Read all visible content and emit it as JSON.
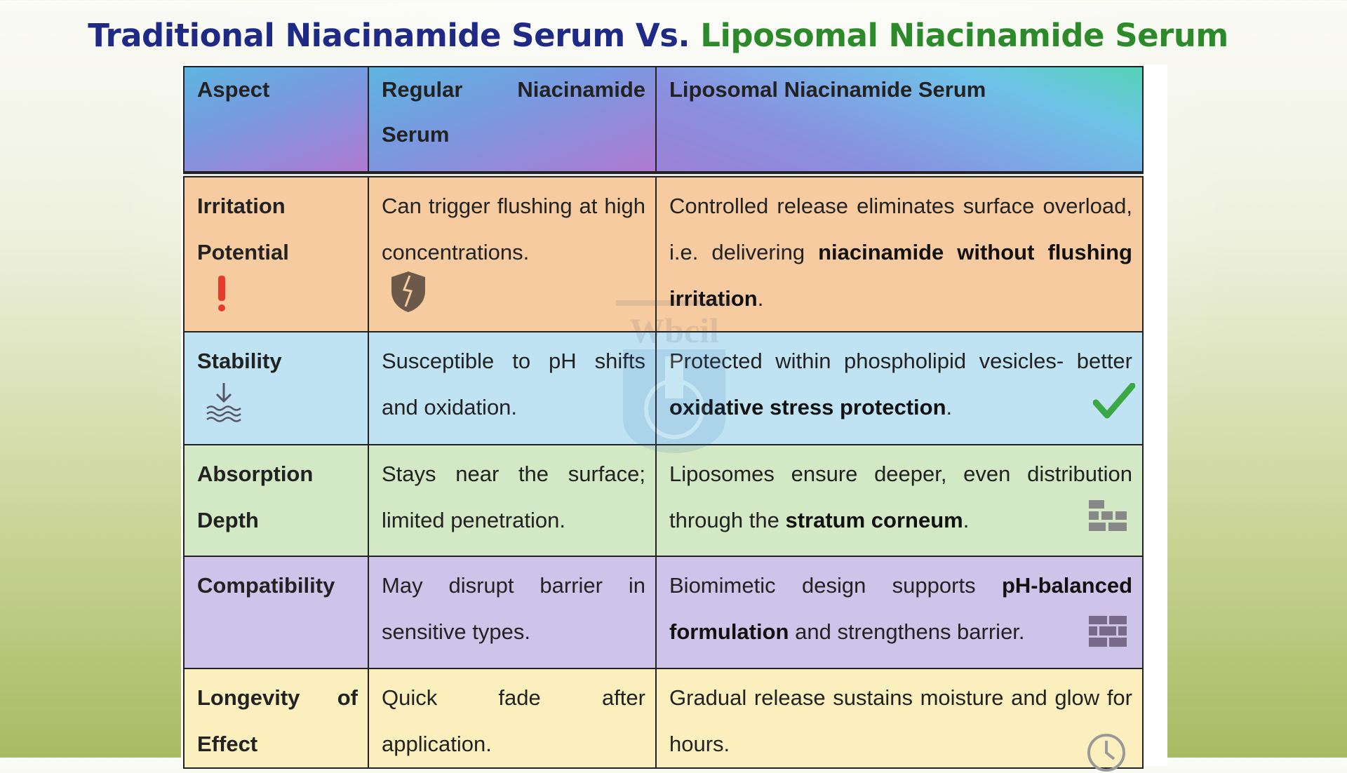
{
  "title": {
    "part1": "Traditional Niacinamide Serum",
    "part2": " Vs. ",
    "part3": "Liposomal Niacinamide Serum"
  },
  "watermark": "Wbcil",
  "table": {
    "headers": [
      "Aspect",
      "Regular Niacinamide Serum",
      "Liposomal Niacinamide Serum"
    ],
    "rows": [
      {
        "aspect": "Irritation Potential",
        "regular": "Can trigger flushing at high concentrations.",
        "lipo_pre": "Controlled release eliminates surface overload, i.e. delivering ",
        "lipo_bold": "niacinamide without flushing irritation",
        "lipo_post": ".",
        "icons": [
          "exclamation-icon",
          "broken-shield-icon"
        ]
      },
      {
        "aspect": "Stability",
        "regular": "Susceptible to pH shifts and oxidation.",
        "lipo_pre": "Protected within phospholipid vesicles- better ",
        "lipo_bold": "oxidative stress protection",
        "lipo_post": ".",
        "icons": [
          "sink-water-icon",
          "checkmark-icon"
        ]
      },
      {
        "aspect": "Absorption Depth",
        "regular": "Stays near the surface; limited penetration.",
        "lipo_pre": "Liposomes ensure deeper, even distribution through the ",
        "lipo_bold": "stratum corneum",
        "lipo_post": ".",
        "icons": [
          "layers-icon"
        ]
      },
      {
        "aspect": "Compatibility",
        "regular": "May disrupt barrier in sensitive types.",
        "lipo_pre": "Biomimetic design supports ",
        "lipo_bold": "pH-balanced formulation",
        "lipo_post": " and strengthens barrier.",
        "icons": [
          "brick-wall-icon"
        ]
      },
      {
        "aspect": "Longevity of Effect",
        "regular": "Quick fade after application.",
        "lipo_pre": "Gradual release sustains moisture and glow for hours.",
        "lipo_bold": "",
        "lipo_post": "",
        "icons": [
          "clock-icon"
        ]
      }
    ]
  },
  "colors": {
    "title_blue": "#1f2a86",
    "title_green": "#2c8a2a",
    "alert": "#e53b2c",
    "check": "#3aa845"
  }
}
